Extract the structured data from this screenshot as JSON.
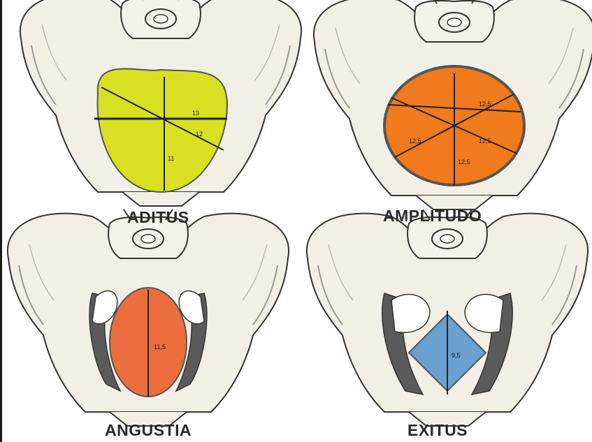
{
  "panels": [
    {
      "label": "ADITUS",
      "fill_color": "#d9e021",
      "measures": [
        "13",
        "12",
        "11"
      ]
    },
    {
      "label": "AMPLITUDO",
      "fill_color": "#f07a1c",
      "measures": [
        "12,5",
        "12,5",
        "12,5",
        "12,5"
      ]
    },
    {
      "label": "ANGUSTIA",
      "fill_color": "#ee6d3e",
      "measures": [
        "11,5"
      ]
    },
    {
      "label": "EXITUS",
      "fill_color": "#6aa0cf",
      "measures": [
        "9,5"
      ]
    }
  ]
}
